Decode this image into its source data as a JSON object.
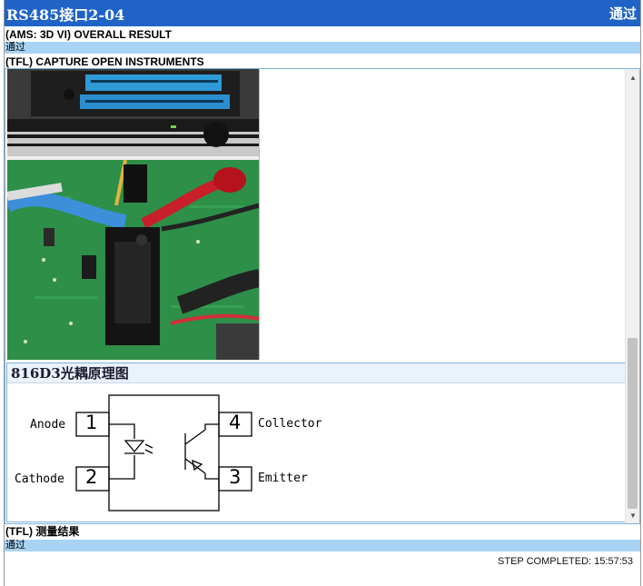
{
  "window": {
    "title": "RS485接口2-04",
    "result_badge": "通过"
  },
  "sections": {
    "overall_label": "(AMS: 3D VI) OVERALL RESULT",
    "overall_status": "通过",
    "capture_label": "(TFL) CAPTURE OPEN INSTRUMENTS",
    "measure_label": "(TFL) 测量结果",
    "measure_status": "通过"
  },
  "document": {
    "heading": "816D3光耦原理图",
    "pins": {
      "pin1_num": "1",
      "pin1_name": "Anode",
      "pin2_num": "2",
      "pin2_name": "Cathode",
      "pin3_num": "3",
      "pin3_name": "Emitter",
      "pin4_num": "4",
      "pin4_name": "Collector"
    }
  },
  "footer": {
    "step_completed": "STEP COMPLETED: 15:57:53"
  },
  "colors": {
    "title_bar": "#1f63c6",
    "status_strip": "#a9d3f3",
    "panel_border": "#7fb3d9"
  }
}
